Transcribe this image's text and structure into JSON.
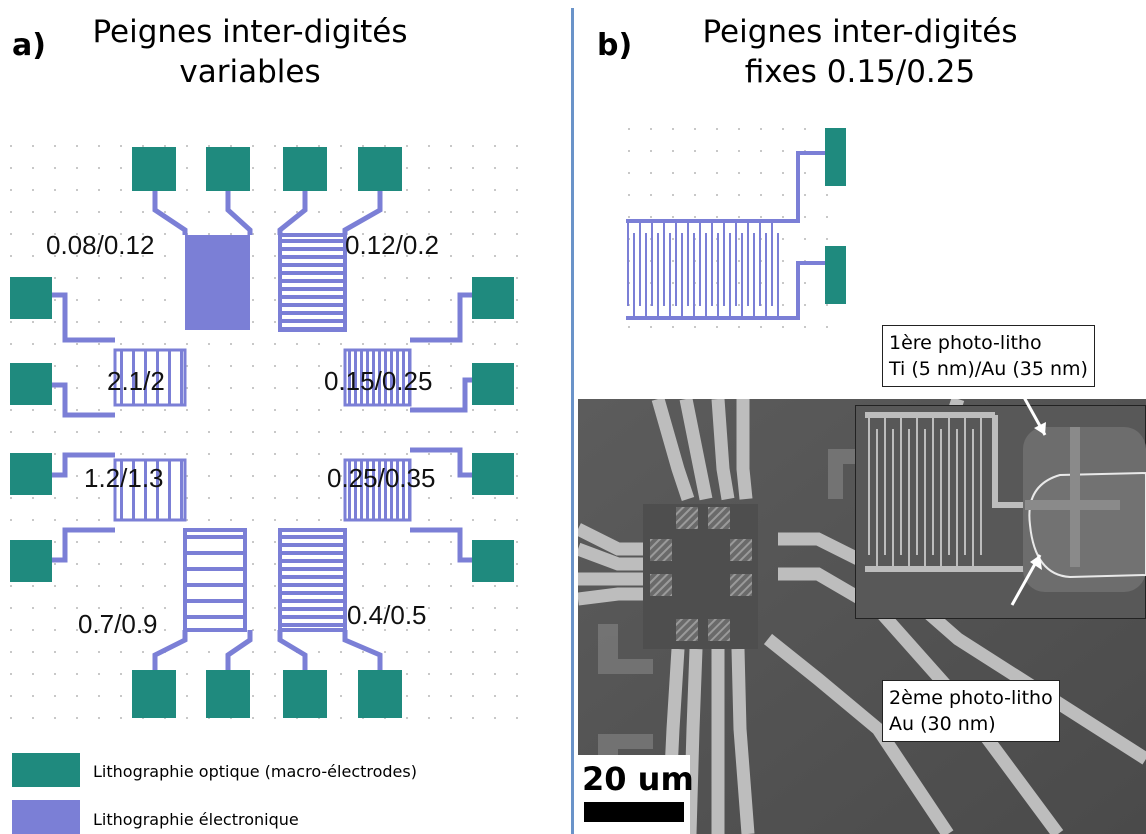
{
  "panel_a": {
    "letter": "a)",
    "title_line1": "Peignes inter-digités",
    "title_line2": "variables",
    "ratios": {
      "top_left": "0.08/0.12",
      "top_right": "0.12/0.2",
      "mid_left_1": "2.1/2",
      "mid_right_1": "0.15/0.25",
      "mid_left_2": "1.2/1.3",
      "mid_right_2": "0.25/0.35",
      "bottom_left": "0.7/0.9",
      "bottom_right": "0.4/0.5"
    }
  },
  "panel_b": {
    "letter": "b)",
    "title_line1": "Peignes inter-digités",
    "title_line2": "fixes 0.15/0.25",
    "callout_1_line1": "1ère photo-litho",
    "callout_1_line2": "Ti (5 nm)/Au (35 nm)",
    "callout_2_line1": "2ème photo-litho",
    "callout_2_line2": "Au (30 nm)",
    "scale_label": "20 um"
  },
  "legend": {
    "optical": "Lithographie optique (macro-électrodes)",
    "electronic": "Lithographie électronique"
  },
  "colors": {
    "optical": "#1f8a7e",
    "electronic": "#7b7fd6",
    "divider": "#6a93c9"
  }
}
